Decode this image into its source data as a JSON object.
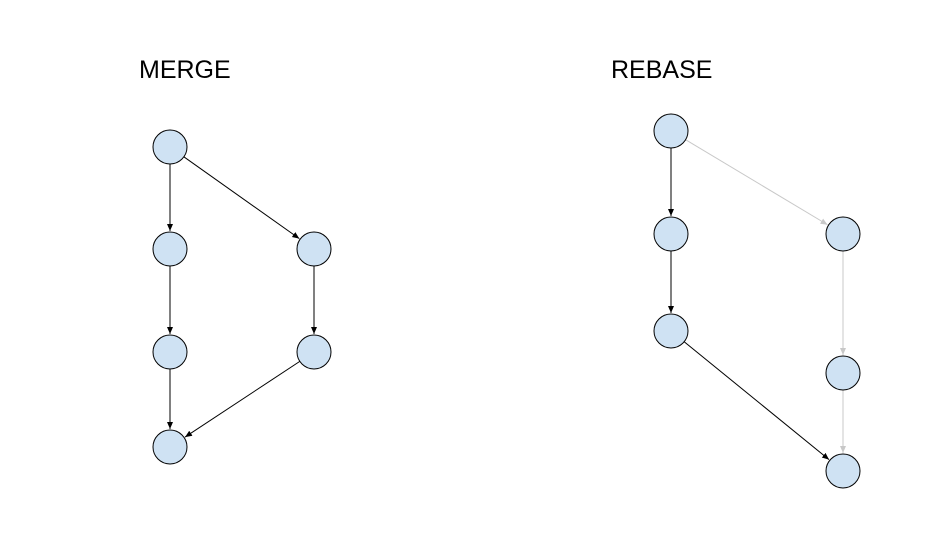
{
  "merge": {
    "title": "MERGE",
    "nodes": [
      "m1",
      "m2",
      "m3",
      "m4",
      "m5",
      "m6"
    ],
    "edges": [
      {
        "from": "m1",
        "to": "m2"
      },
      {
        "from": "m2",
        "to": "m3"
      },
      {
        "from": "m3",
        "to": "m4"
      },
      {
        "from": "m1",
        "to": "m5"
      },
      {
        "from": "m5",
        "to": "m6"
      },
      {
        "from": "m6",
        "to": "m4"
      }
    ]
  },
  "rebase": {
    "title": "REBASE",
    "nodes": [
      "r1",
      "r2",
      "r3",
      "r4",
      "r5",
      "r6"
    ],
    "edges": [
      {
        "from": "r1",
        "to": "r2"
      },
      {
        "from": "r2",
        "to": "r3"
      },
      {
        "from": "r3",
        "to": "r6"
      },
      {
        "from": "r1",
        "to": "r4",
        "style": "faded"
      },
      {
        "from": "r4",
        "to": "r5",
        "style": "faded"
      },
      {
        "from": "r5",
        "to": "r6",
        "style": "faded"
      }
    ]
  },
  "colors": {
    "node_fill": "#cfe2f3",
    "node_stroke": "#000000",
    "edge": "#000000",
    "edge_faded": "#c8c8c8"
  }
}
